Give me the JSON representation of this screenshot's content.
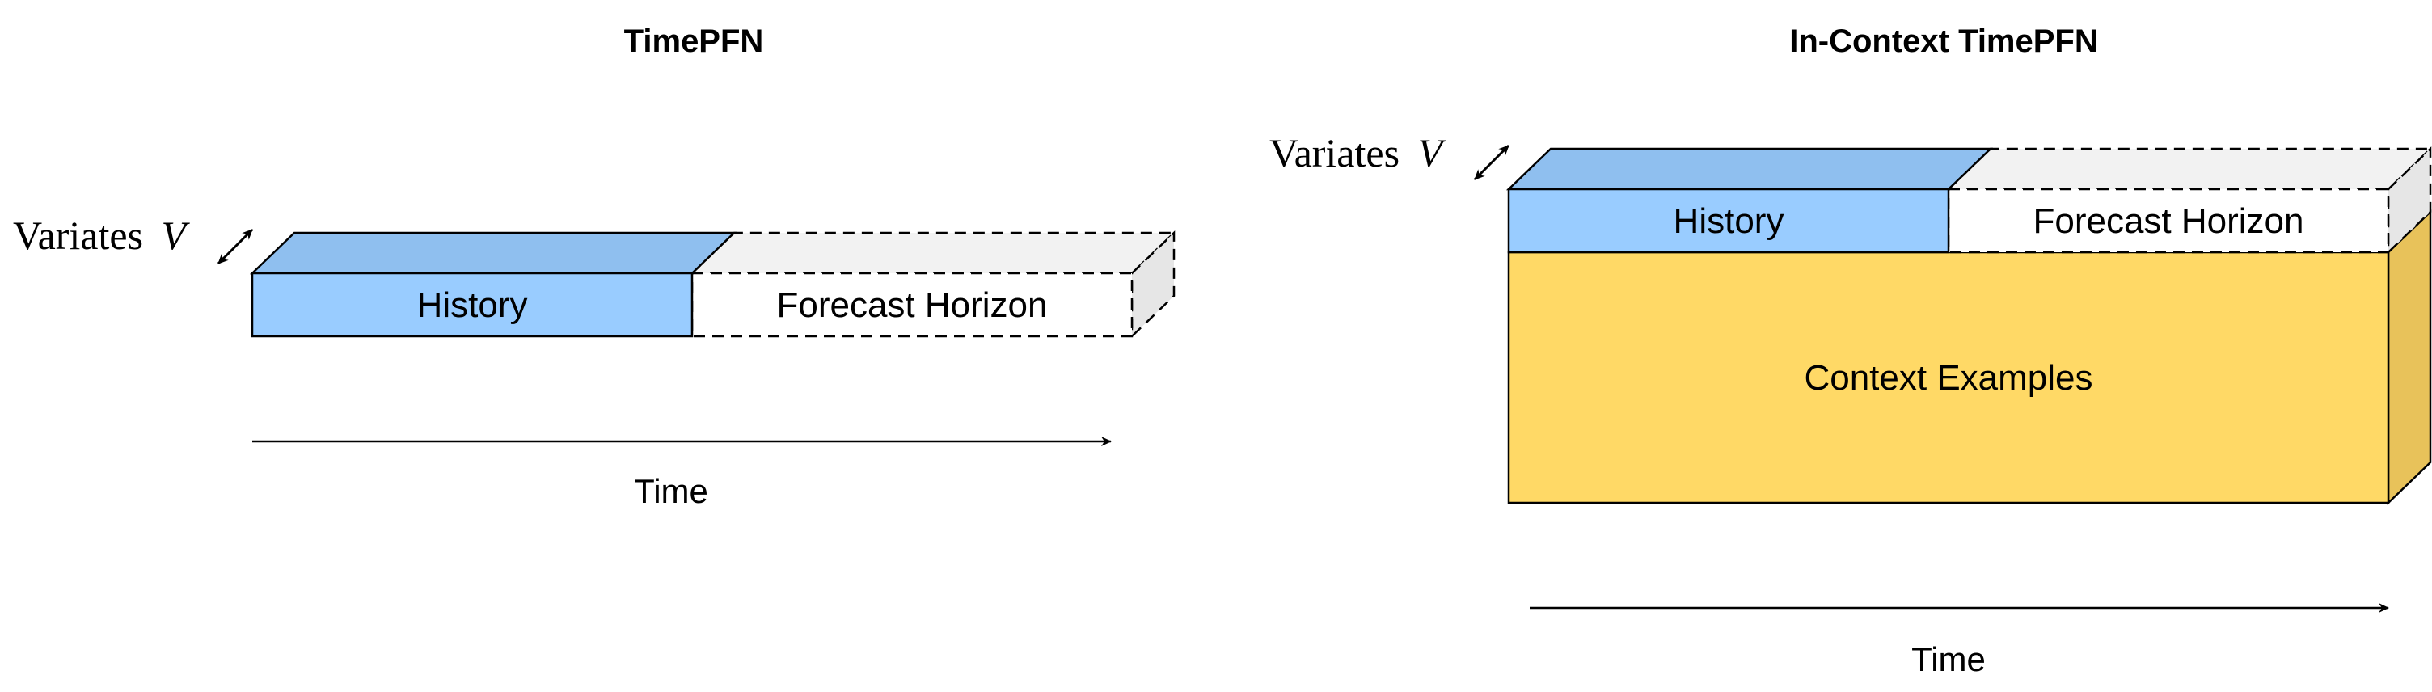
{
  "colors": {
    "history_front": "#99ccff",
    "history_top": "#8fbfef",
    "horizon_front": "#ffffff",
    "horizon_top": "#f2f2f2",
    "horizon_side": "#e6e6e6",
    "context_front": "#ffd966",
    "context_side": "#e8c25a",
    "stroke": "#000000"
  },
  "left_panel": {
    "title": "TimePFN",
    "variates_text": "Variates",
    "variates_symbol": "V",
    "history_label": "History",
    "horizon_label": "Forecast Horizon",
    "time_label": "Time"
  },
  "right_panel": {
    "title": "In-Context TimePFN",
    "variates_text": "Variates",
    "variates_symbol": "V",
    "history_label": "History",
    "horizon_label": "Forecast Horizon",
    "context_label": "Context Examples",
    "time_label": "Time"
  }
}
